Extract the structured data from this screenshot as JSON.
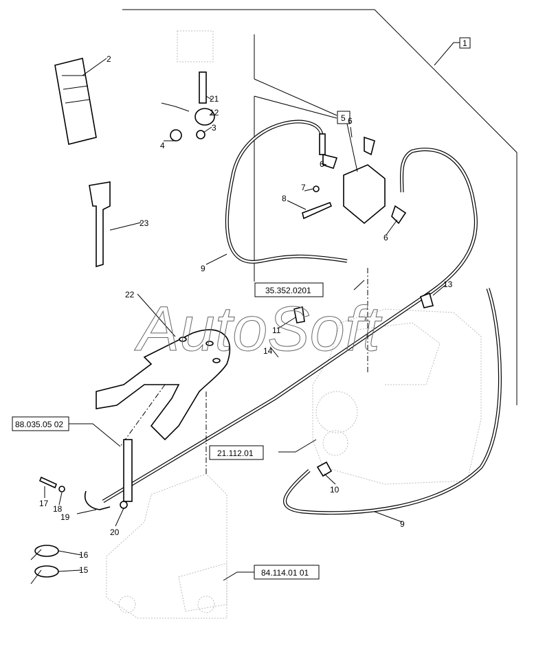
{
  "watermark": "AutoSoft",
  "callouts": [
    "1",
    "2",
    "21",
    "12",
    "3",
    "4",
    "5",
    "6",
    "6",
    "6",
    "7",
    "8",
    "23",
    "9",
    "13",
    "22",
    "11",
    "14",
    "10",
    "17",
    "18",
    "19",
    "20",
    "9",
    "16",
    "15"
  ],
  "references": [
    "35.352.0201",
    "88.035.05 02",
    "21.112.01",
    "84.114.01 01"
  ]
}
